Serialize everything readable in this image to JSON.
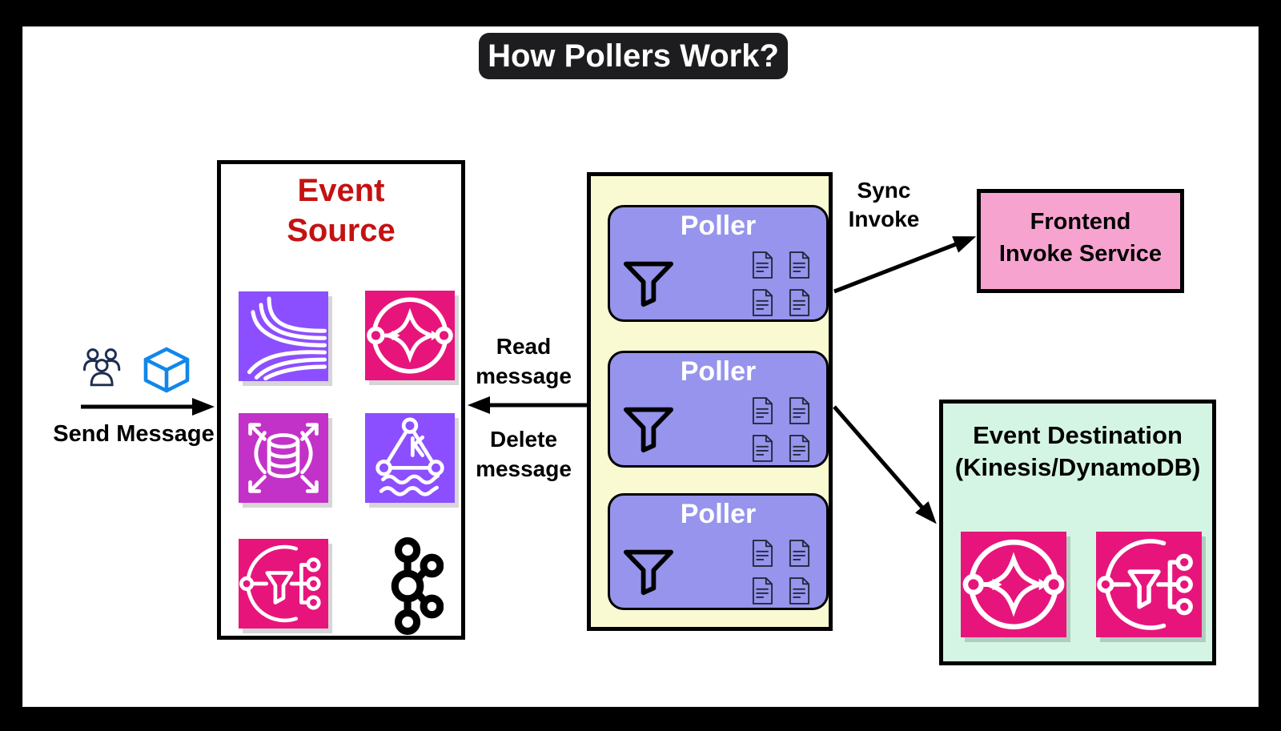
{
  "title": "How Pollers Work?",
  "colors": {
    "frame": "#000000",
    "canvas": "#ffffff",
    "banner_bg": "#1d1d1f",
    "banner_text": "#ffffff",
    "event_source_title": "#c41212",
    "aws_purple": "#8c4fff",
    "aws_pink": "#e7157b",
    "aws_magenta": "#c332c8",
    "pollers_box_bg": "#fafad2",
    "poller_card_bg": "#9694ec",
    "frontend_bg": "#f7a3d0",
    "destination_bg": "#d5f5e4",
    "cube_blue": "#1187ea",
    "arrow": "#000000"
  },
  "client": {
    "send_label": "Send Message",
    "icons": [
      {
        "name": "users-icon"
      },
      {
        "name": "cube-icon"
      }
    ]
  },
  "event_source": {
    "title_line1": "Event",
    "title_line2": "Source",
    "icons": [
      {
        "name": "kinesis-streams-icon"
      },
      {
        "name": "sqs-icon"
      },
      {
        "name": "dynamodb-streams-icon"
      },
      {
        "name": "msk-icon"
      },
      {
        "name": "kinesis-analytics-icon"
      },
      {
        "name": "kafka-icon"
      }
    ]
  },
  "pollers": {
    "cards": [
      {
        "label": "Poller",
        "icons": [
          {
            "name": "funnel-icon"
          },
          {
            "name": "document-icon"
          }
        ]
      },
      {
        "label": "Poller",
        "icons": [
          {
            "name": "funnel-icon"
          },
          {
            "name": "document-icon"
          }
        ]
      },
      {
        "label": "Poller",
        "icons": [
          {
            "name": "funnel-icon"
          },
          {
            "name": "document-icon"
          }
        ]
      }
    ]
  },
  "labels": {
    "read_line1": "Read",
    "read_line2": "message",
    "delete_line1": "Delete",
    "delete_line2": "message",
    "sync_line1": "Sync",
    "sync_line2": "Invoke"
  },
  "frontend": {
    "line1": "Frontend",
    "line2": "Invoke Service"
  },
  "destination": {
    "title_line1": "Event Destination",
    "title_line2": "(Kinesis/DynamoDB)",
    "icons": [
      {
        "name": "sqs-icon"
      },
      {
        "name": "kinesis-analytics-icon"
      }
    ]
  }
}
